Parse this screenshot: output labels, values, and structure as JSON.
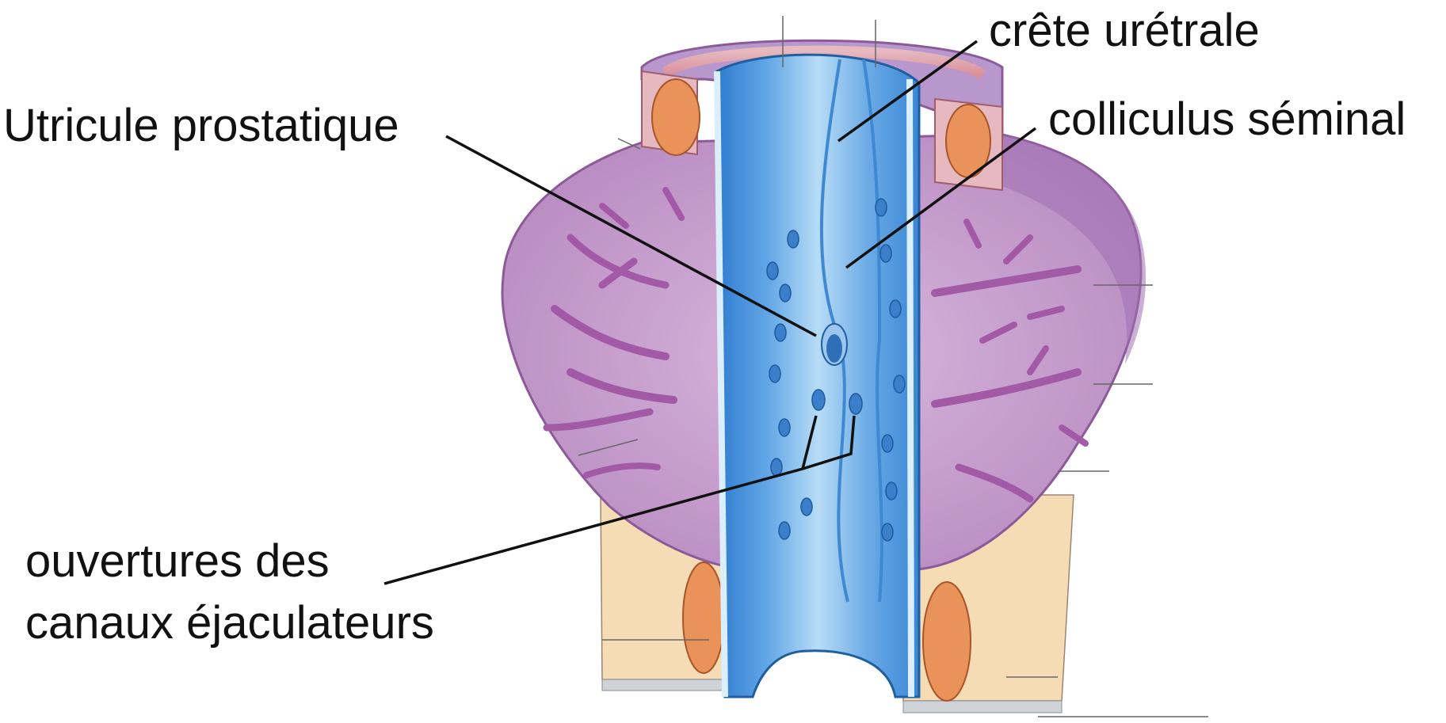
{
  "labels": {
    "crete_uretrale": "crête urétrale",
    "utricule_prostatique": "Utricule prostatique",
    "colliculus_seminal": "colliculus séminal",
    "ouvertures_line1": "ouvertures des",
    "ouvertures_line2": "canaux éjaculateurs"
  },
  "colors": {
    "prostate_purple": "#c9a3cf",
    "gland_ducts": "#a25aa6",
    "urethra_blue": "#5b9be0",
    "urethra_light": "#a8d0f3",
    "sphincter_orange": "#e9935a",
    "tissue_beige": "#f6dcb4",
    "leader_line": "#111111"
  }
}
